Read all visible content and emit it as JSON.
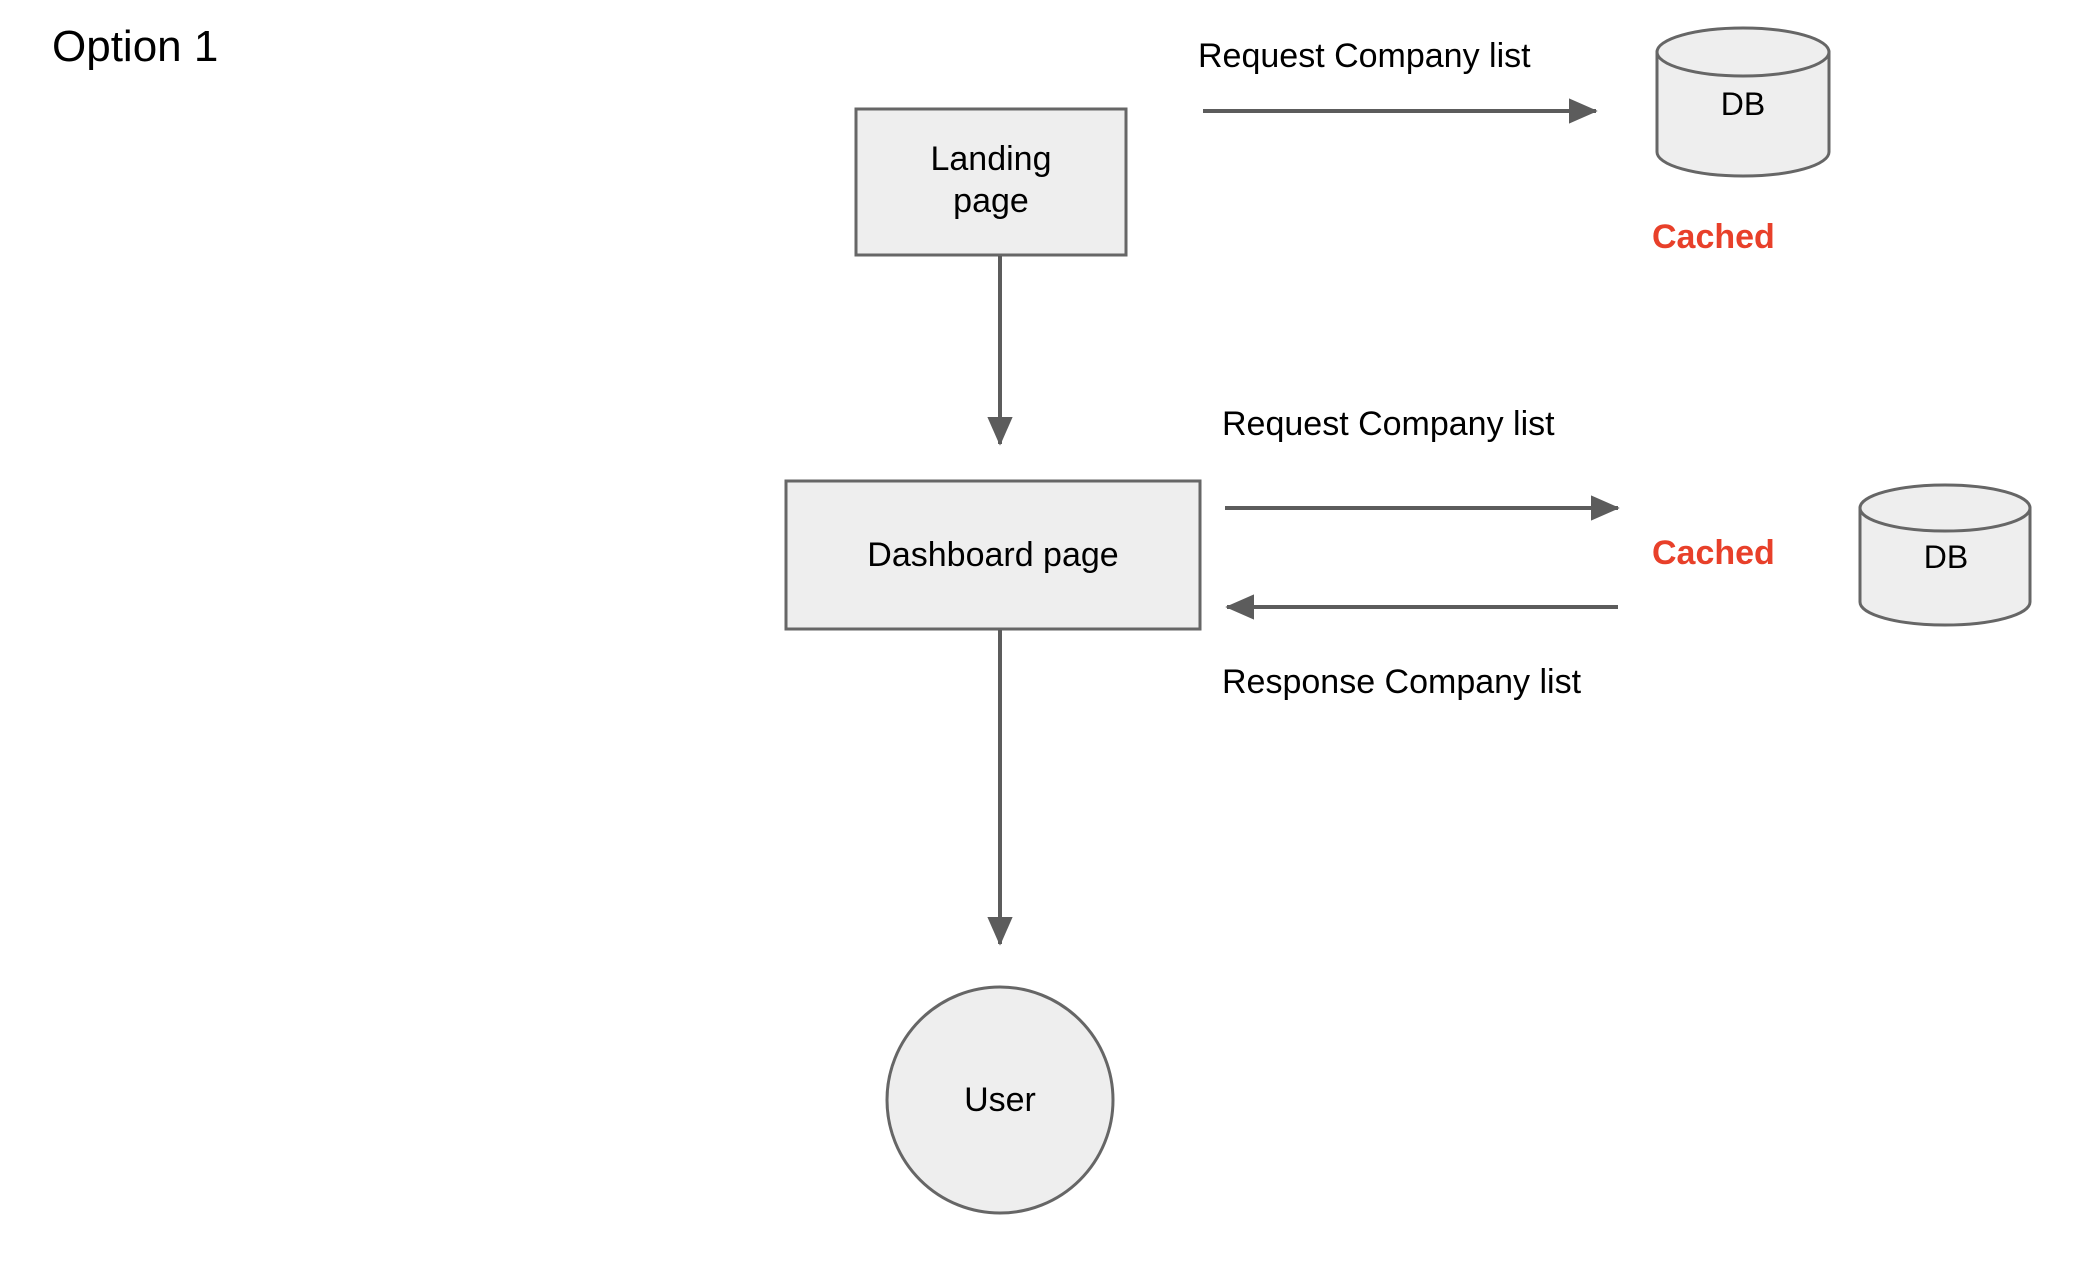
{
  "title": "Option 1",
  "theme": {
    "node_fill": "#eeeeee",
    "node_stroke": "#666666",
    "edge_stroke": "#5c5c5c",
    "text_color": "#000000",
    "accent_red": "#e8402a",
    "background": "#ffffff"
  },
  "nodes": {
    "landing_page": {
      "label": "Landing\npage",
      "shape": "rectangle"
    },
    "dashboard_page": {
      "label": "Dashboard page",
      "shape": "rectangle"
    },
    "user": {
      "label": "User",
      "shape": "circle"
    },
    "db_top": {
      "label": "DB",
      "shape": "cylinder"
    },
    "db_mid": {
      "label": "DB",
      "shape": "cylinder"
    }
  },
  "edge_labels": {
    "request_top": "Request Company list",
    "request_mid": "Request Company list",
    "response_mid": "Response Company list"
  },
  "annotations": {
    "cached_top": "Cached",
    "cached_mid": "Cached"
  },
  "edges": [
    {
      "from": "landing_page",
      "to": "db_top",
      "label": "Request Company list",
      "direction": "right"
    },
    {
      "from": "landing_page",
      "to": "dashboard_page",
      "label": "",
      "direction": "down"
    },
    {
      "from": "dashboard_page",
      "to": "db_mid",
      "label": "Request Company list",
      "direction": "right"
    },
    {
      "from": "db_mid",
      "to": "dashboard_page",
      "label": "Response Company list",
      "direction": "left"
    },
    {
      "from": "dashboard_page",
      "to": "user",
      "label": "",
      "direction": "down"
    }
  ]
}
